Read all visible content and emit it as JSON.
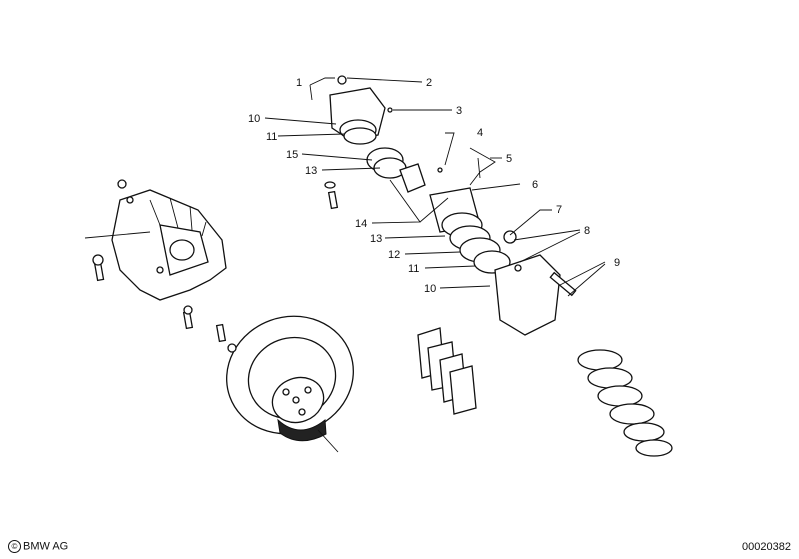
{
  "callouts": [
    "1",
    "2",
    "3",
    "4",
    "5",
    "6",
    "7",
    "8",
    "9",
    "10",
    "11",
    "12",
    "13",
    "14",
    "15"
  ],
  "footer": {
    "copyright_symbol": "©",
    "copyright_text": "BMW AG",
    "diagram_id": "00020382"
  }
}
